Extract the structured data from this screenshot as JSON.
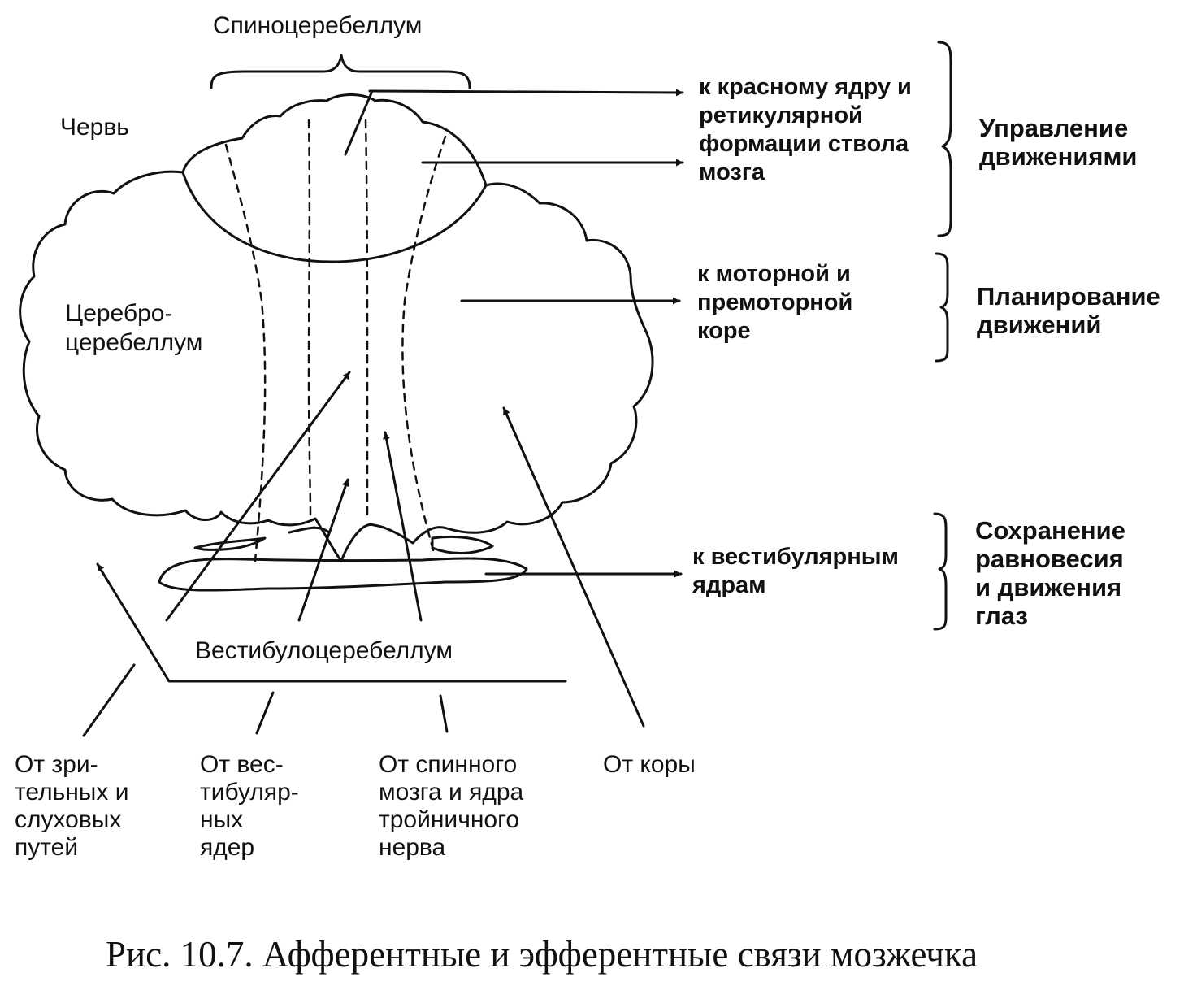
{
  "figure": {
    "caption": "Рис. 10.7.  Афферентные и эфферентные связи мозжечка"
  },
  "regions": {
    "spino": "Спиноцеребеллум",
    "vermis": "Червь",
    "cerebro": [
      "Церебро-",
      "церебеллум"
    ],
    "vestibulo": "Вестибулоцеребеллум"
  },
  "outputs": {
    "red_nucleus": [
      "к красному ядру и",
      "ретикулярной",
      "формации ствола",
      "мозга"
    ],
    "motor_cortex": [
      "к моторной и",
      "премоторной",
      "коре"
    ],
    "vestibular": [
      "к вестибулярным",
      "ядрам"
    ]
  },
  "functions": {
    "movement_control": [
      "Управление",
      "движениями"
    ],
    "movement_planning": [
      "Планирование",
      "движений"
    ],
    "balance": [
      "Сохранение",
      "равновесия",
      "и движения",
      "глаз"
    ]
  },
  "inputs": {
    "visual_auditory": [
      "От зри-",
      "тельных и",
      "слуховых",
      "путей"
    ],
    "vestibular": [
      "От вес-",
      "тибуляр-",
      "ных",
      "ядер"
    ],
    "spinal": [
      "От спинного",
      "мозга и ядра",
      "тройничного",
      "нерва"
    ],
    "cortex": [
      "От коры"
    ]
  }
}
